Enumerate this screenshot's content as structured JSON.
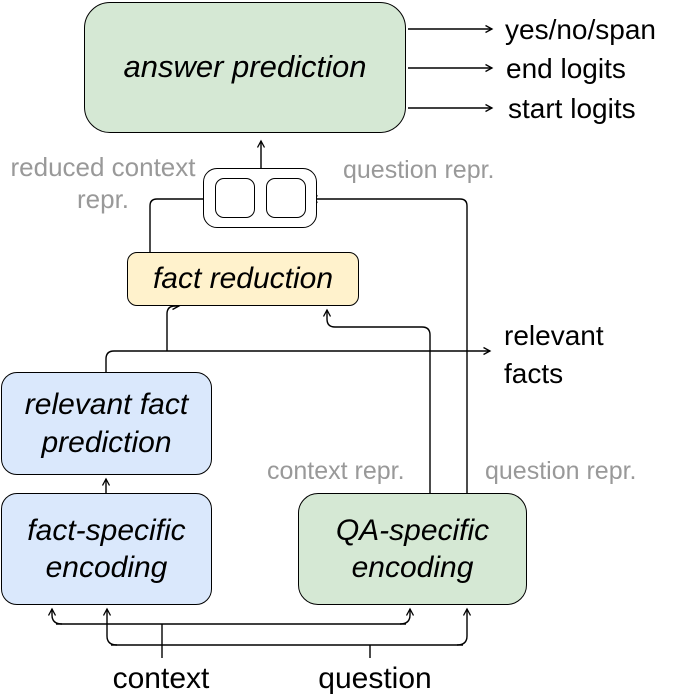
{
  "diagram": {
    "title_context": "architecture diagram of a question-answering model",
    "boxes": {
      "answer_prediction": {
        "label": "answer prediction",
        "fill": "#d5e8d4"
      },
      "fact_reduction": {
        "label": "fact reduction",
        "fill": "#fff2cc"
      },
      "relevant_fact_prediction": {
        "label": "relevant fact\nprediction",
        "fill": "#dae8fc"
      },
      "fact_specific_encoding": {
        "label": "fact-specific\nencoding",
        "fill": "#dae8fc"
      },
      "qa_specific_encoding": {
        "label": "QA-specific\nencoding",
        "fill": "#d5e8d4"
      },
      "concat": {
        "label": "",
        "fill": "#ffffff",
        "note": "two empty slots joined in one rounded container"
      }
    },
    "outputs": {
      "yes_no_span": "yes/no/span",
      "end_logits": "end logits",
      "start_logits": "start logits",
      "relevant_facts": "relevant\nfacts"
    },
    "edge_labels": {
      "reduced_context_repr": "reduced context\nrepr.",
      "question_repr_top": "question repr.",
      "context_repr": "context repr.",
      "question_repr_bottom": "question repr."
    },
    "inputs": {
      "context": "context",
      "question": "question"
    },
    "colors": {
      "green_fill": "#d5e8d4",
      "blue_fill": "#dae8fc",
      "yellow_fill": "#fff2cc",
      "box_border": "#000000",
      "line": "#000000",
      "gray_label": "#999999",
      "black_label": "#000000",
      "background": "#ffffff"
    }
  }
}
